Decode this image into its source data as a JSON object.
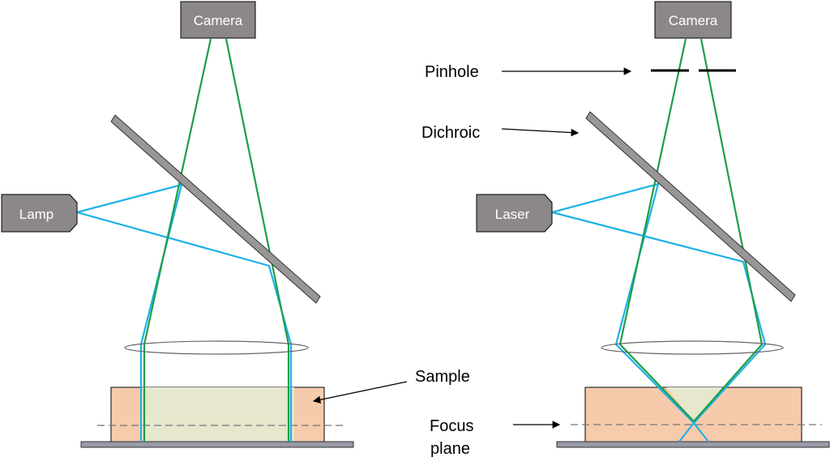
{
  "left_setup": {
    "camera_label": "Camera",
    "source_label": "Lamp"
  },
  "right_setup": {
    "camera_label": "Camera",
    "source_label": "Laser"
  },
  "annotations": {
    "pinhole": "Pinhole",
    "dichroic": "Dichroic",
    "sample": "Sample",
    "focus_plane_line1": "Focus",
    "focus_plane_line2": "plane"
  },
  "colors": {
    "excitation_ray": "#1fb1e6",
    "emission_ray": "#1e9e48",
    "box_fill": "#8c8888",
    "mirror_fill": "#9a9696",
    "sample_fill": "#f6cbab",
    "illuminated_fill": "#e6e7cd",
    "stage_fill": "#9a9aa8"
  }
}
